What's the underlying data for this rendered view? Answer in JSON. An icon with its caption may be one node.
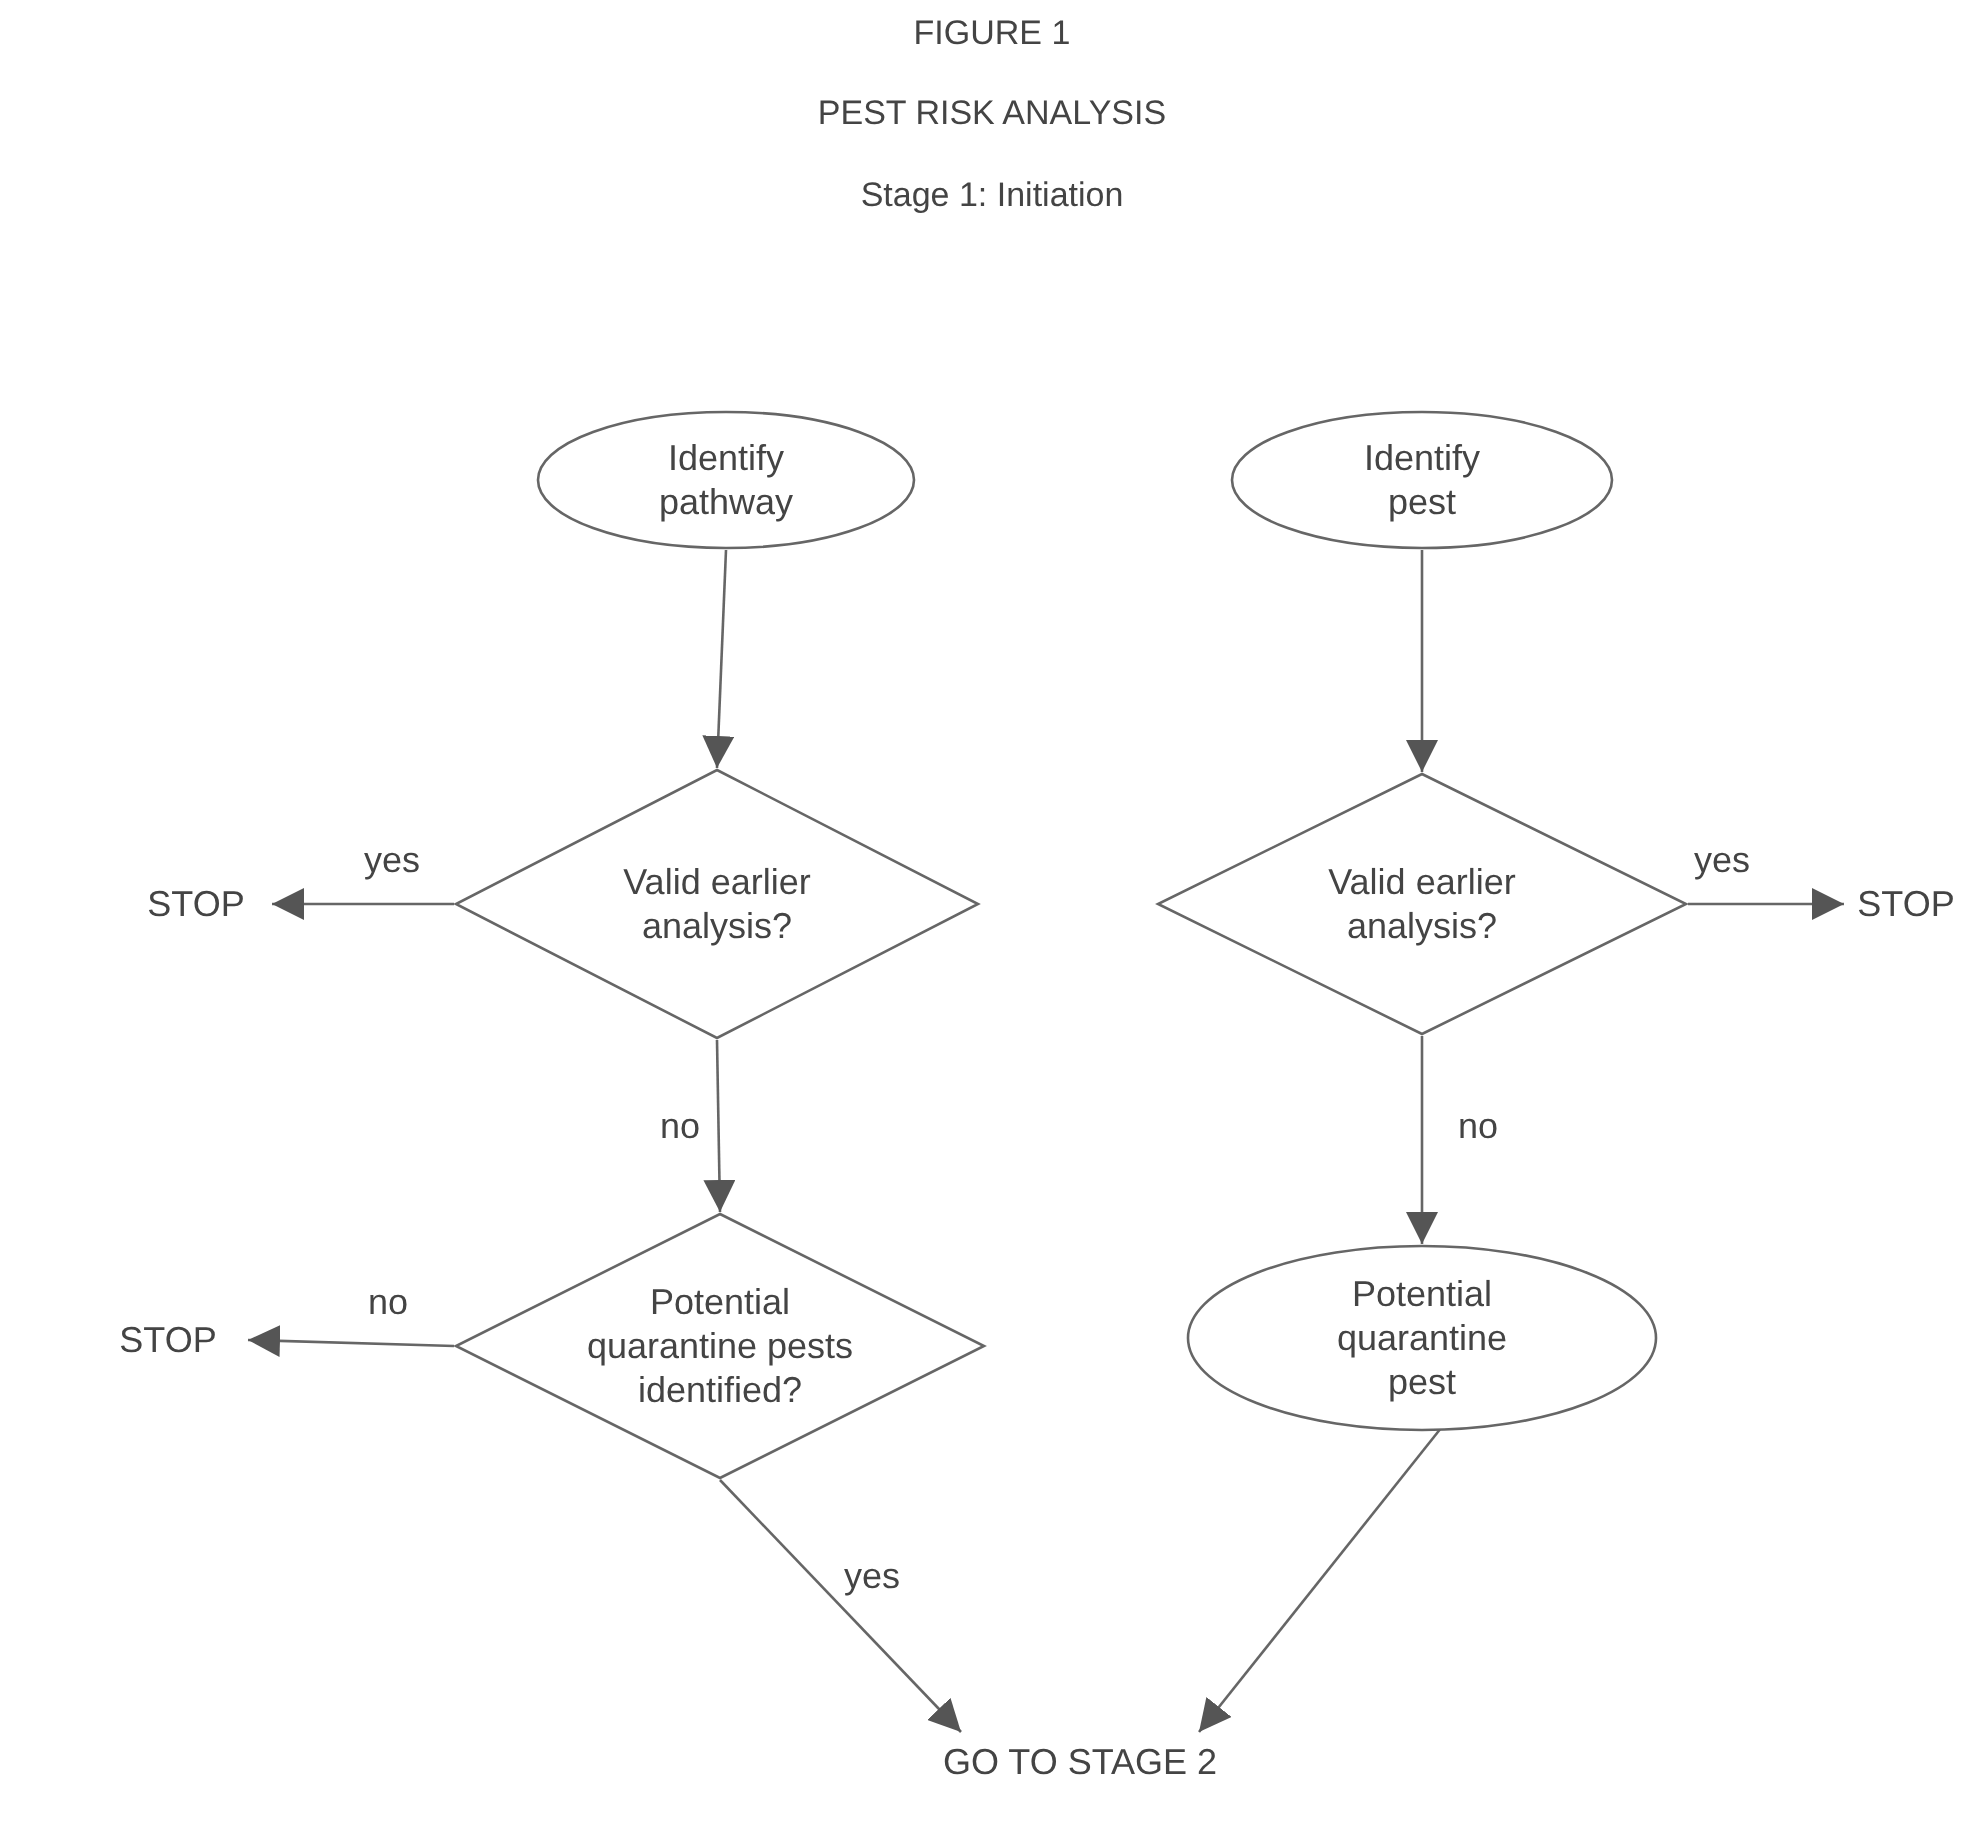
{
  "diagram": {
    "title": "FIGURE 1",
    "nodes": [
      {
        "text": [
          "Identify pathway"
        ]
      },
      {
        "text": [
          "Identify pest"
        ]
      },
      {
        "text": [
          "Valid earlier analysis?"
        ]
      },
      {
        "text": [
          "Valid earlier analysis?"
        ]
      },
      {
        "text": [
          "STOP"
        ]
      },
      {
        "text": [
          "STOP"
        ]
      },
      {
        "text": [
          "Potential quarantine pests identified?"
        ]
      },
      {
        "text": [
          "Potential quarantine pest"
        ]
      },
      {
        "text": [
          "STOP"
        ]
      },
      {
        "text": [
          "GO TO STAGE 2"
        ]
      }
    ],
    "edges": [
      {
        "from": 0,
        "to": 2,
        "arrow": "to"
      },
      {
        "from": 1,
        "to": 3,
        "arrow": "to"
      },
      {
        "from": 2,
        "to": 4,
        "arrow": "to",
        "label": "yes"
      },
      {
        "from": 3,
        "to": 5,
        "arrow": "to",
        "label": "yes"
      },
      {
        "from": 2,
        "to": 6,
        "arrow": "to",
        "label": "no"
      },
      {
        "from": 3,
        "to": 7,
        "arrow": "to",
        "label": "no"
      },
      {
        "from": 6,
        "to": 8,
        "arrow": "to",
        "label": "no"
      },
      {
        "from": 6,
        "to": 9,
        "arrow": "to",
        "label": "yes"
      },
      {
        "from": 7,
        "to": 9,
        "arrow": "to"
      }
    ],
    "labels": [
      "PEST RISK ANALYSIS",
      "Stage 1: Initiation"
    ]
  }
}
